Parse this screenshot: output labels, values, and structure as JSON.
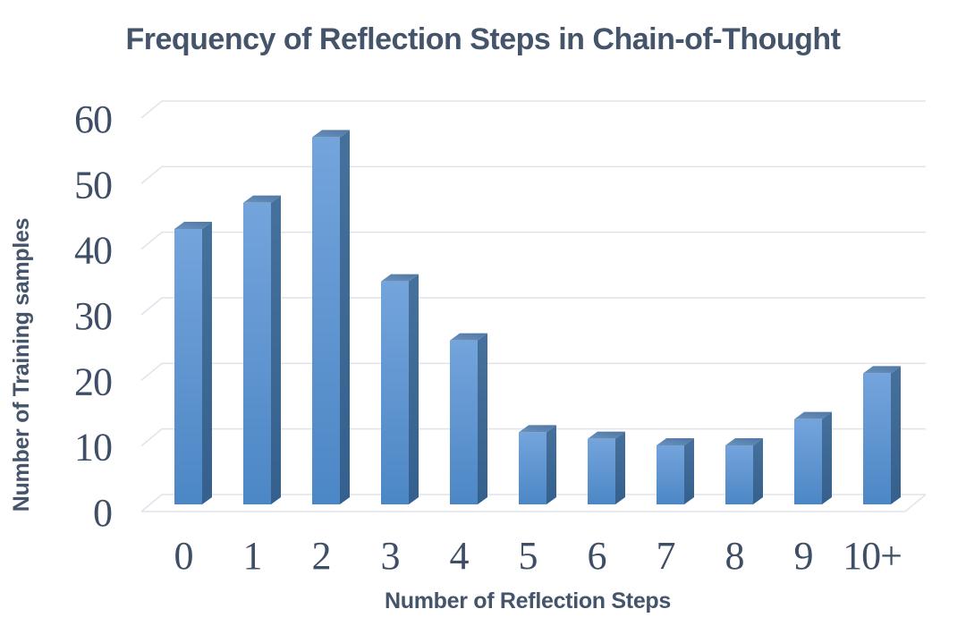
{
  "window": {
    "background": "#ffffff"
  },
  "chart_data": {
    "type": "bar",
    "style": "3d-column",
    "title": "Frequency of Reflection Steps in Chain-of-Thought",
    "xlabel": "Number of Reflection Steps",
    "ylabel": "Number of Training samples",
    "categories": [
      "0",
      "1",
      "2",
      "3",
      "4",
      "5",
      "6",
      "7",
      "8",
      "9",
      "10+"
    ],
    "values": [
      42,
      46,
      56,
      34,
      25,
      11,
      10,
      9,
      9,
      13,
      20
    ],
    "ylim": [
      0,
      60
    ],
    "yticks": [
      0,
      10,
      20,
      30,
      40,
      50,
      60
    ],
    "grid": "horizontal",
    "legend": "none"
  },
  "colors": {
    "title_text": "#44546A",
    "axis_title_text": "#44546A",
    "tick_text": "#3E4E66",
    "gridline": "#E2E2EC",
    "bar_front_top": "#74A4DC",
    "bar_front_bottom": "#4C87C5",
    "bar_side_top": "#46719C",
    "bar_side_bottom": "#35608D",
    "bar_top_front": "#6B92BC",
    "bar_top_back": "#4F76A4",
    "background": "#FFFFFF"
  }
}
